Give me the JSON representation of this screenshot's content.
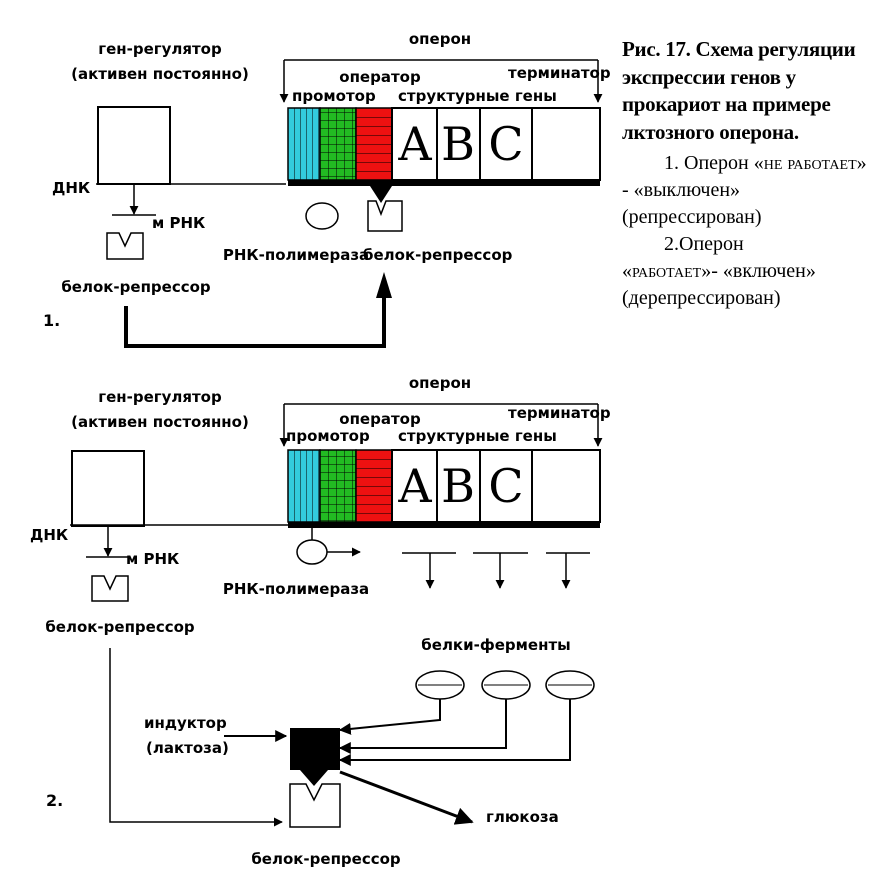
{
  "caption": {
    "title": "Рис. 17. Схема регуляции экспрессии генов у прокариот на примере лктозного оперона.",
    "item1_num": "1. Оперон «",
    "item1_sc": "не работает",
    "item1_rest": "» - «выключен» (репрессирован)",
    "item2_num": "2.Оперон",
    "item2_open": "«",
    "item2_sc": "работает",
    "item2_rest": "»- «включен» (дерепрессирован)"
  },
  "diagram1": {
    "number": "1.",
    "operon": "оперон",
    "regulator_gene": "ген-регулятор",
    "regulator_note": "(активен постоянно)",
    "dna": "ДНК",
    "mrna": "м РНК",
    "repressor_left": "белок-репрессор",
    "operator": "оператор",
    "promoter": "промотор",
    "structural_genes": "структурные гены",
    "terminator": "терминатор",
    "genes": [
      "A",
      "B",
      "C"
    ],
    "rna_polymerase": "РНК-полимераза",
    "repressor_bound": "белок-репрессор"
  },
  "diagram2": {
    "number": "2.",
    "operon": "оперон",
    "regulator_gene": "ген-регулятор",
    "regulator_note": "(активен постоянно)",
    "dna": "ДНК",
    "mrna": "м РНК",
    "repressor_left": "белок-репрессор",
    "operator": "оператор",
    "promoter": "промотор",
    "structural_genes": "структурные гены",
    "terminator": "терминатор",
    "genes": [
      "A",
      "B",
      "C"
    ],
    "rna_polymerase": "РНК-полимераза",
    "enzymes": "белки-ферменты",
    "inducer": "индуктор",
    "inducer_note": "(лактоза)",
    "glucose": "глюкоза",
    "repressor_bottom": "белок-репрессор"
  },
  "colors": {
    "promoter": "#33ccdd",
    "operator_green": "#22bb22",
    "operator_red": "#ee1111"
  }
}
